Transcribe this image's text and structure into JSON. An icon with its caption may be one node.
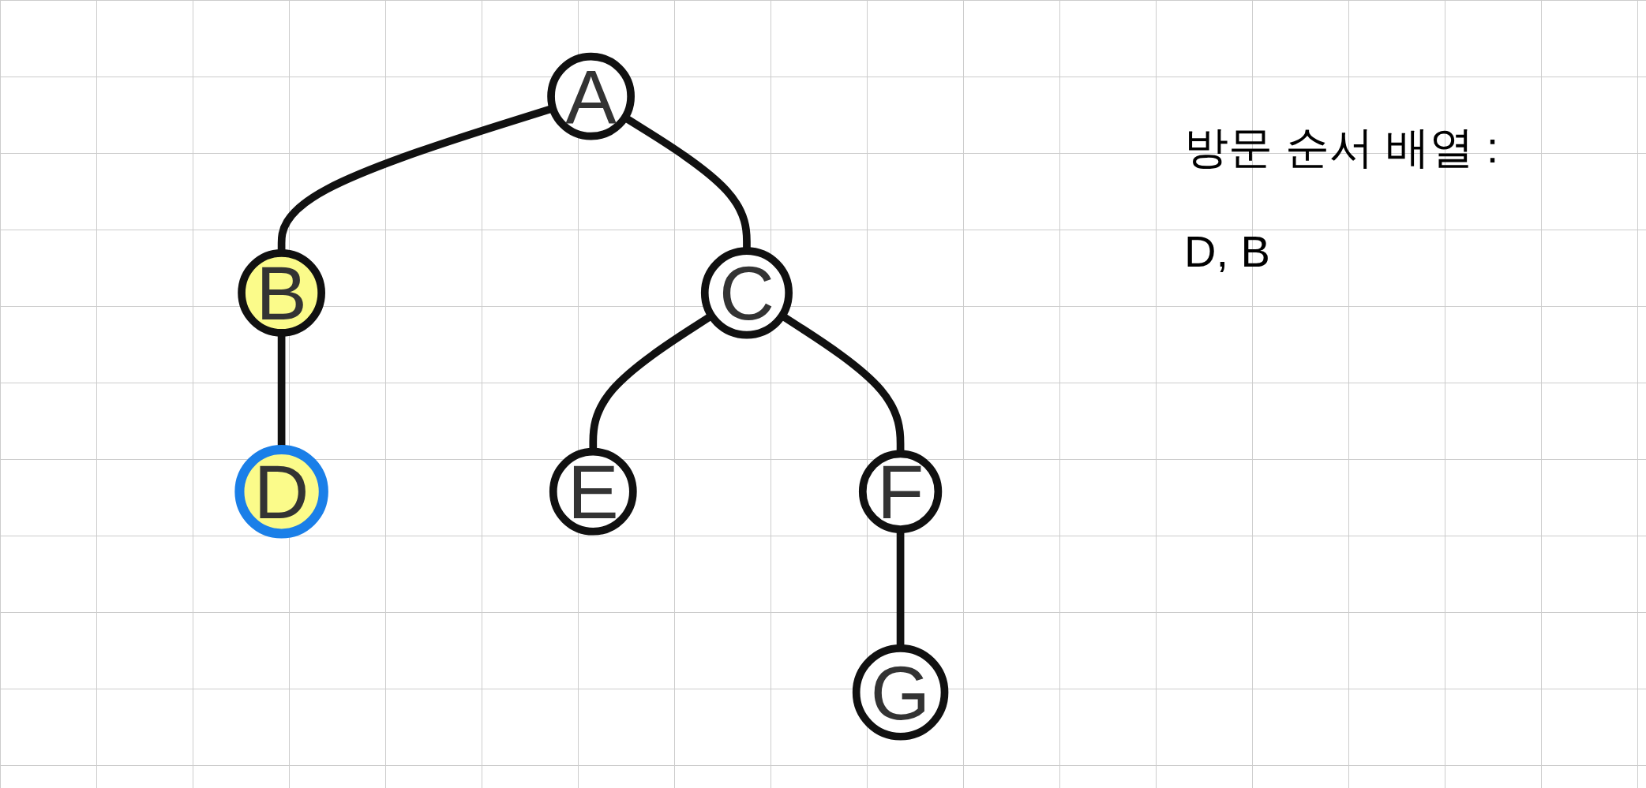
{
  "diagram": {
    "nodes": [
      {
        "text": [
          "A"
        ]
      },
      {
        "text": [
          "B"
        ]
      },
      {
        "text": [
          "C"
        ]
      },
      {
        "text": [
          "D"
        ]
      },
      {
        "text": [
          "E"
        ]
      },
      {
        "text": [
          "F"
        ]
      },
      {
        "text": [
          "G"
        ]
      }
    ],
    "edges": [
      {
        "from": 0,
        "to": 1,
        "arrow": "none"
      },
      {
        "from": 0,
        "to": 2,
        "arrow": "none"
      },
      {
        "from": 1,
        "to": 3,
        "arrow": "none"
      },
      {
        "from": 2,
        "to": 4,
        "arrow": "none"
      },
      {
        "from": 2,
        "to": 5,
        "arrow": "none"
      },
      {
        "from": 5,
        "to": 6,
        "arrow": "none"
      }
    ],
    "labels": [
      "방문 순서 배열 :",
      "D, B"
    ]
  }
}
